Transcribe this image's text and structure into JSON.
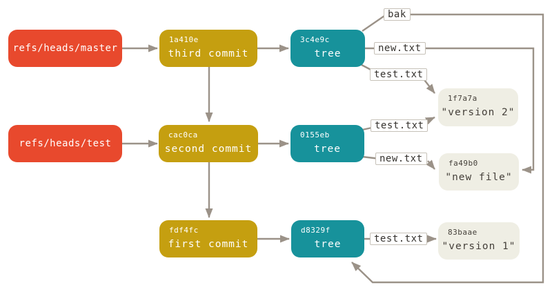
{
  "title": "git-objects-and-refs-diagram",
  "colors": {
    "canvas_bg": "#ffffff",
    "ref": "#e8492d",
    "commit": "#c59f10",
    "tree": "#17929b",
    "blob": "#efeee4",
    "blob_text": "#45403a",
    "line": "#9b9288",
    "label_bg": "#ffffff",
    "label_text": "#35322e"
  },
  "refs": [
    {
      "label": "refs/heads/master"
    },
    {
      "label": "refs/heads/test"
    }
  ],
  "commits": [
    {
      "hash": "1a410e",
      "label": "third commit"
    },
    {
      "hash": "cac0ca",
      "label": "second commit"
    },
    {
      "hash": "fdf4fc",
      "label": "first commit"
    }
  ],
  "trees": [
    {
      "hash": "3c4e9c",
      "label": "tree"
    },
    {
      "hash": "0155eb",
      "label": "tree"
    },
    {
      "hash": "d8329f",
      "label": "tree"
    }
  ],
  "blobs": [
    {
      "hash": "1f7a7a",
      "label": "\"version 2\""
    },
    {
      "hash": "fa49b0",
      "label": "\"new file\""
    },
    {
      "hash": "83baae",
      "label": "\"version 1\""
    }
  ],
  "edge_labels": [
    {
      "text": "bak"
    },
    {
      "text": "new.txt"
    },
    {
      "text": "test.txt"
    },
    {
      "text": "test.txt"
    },
    {
      "text": "new.txt"
    },
    {
      "text": "test.txt"
    }
  ]
}
